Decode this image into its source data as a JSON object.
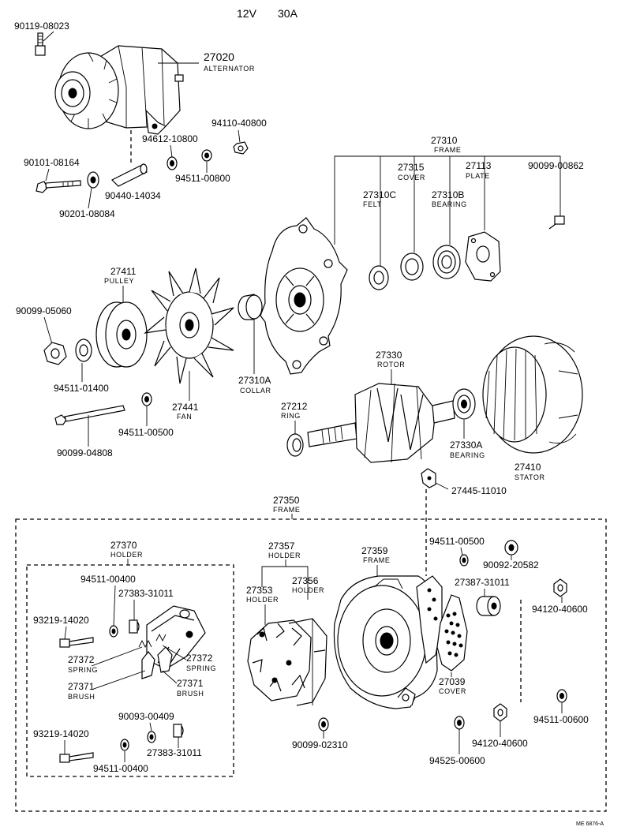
{
  "title": {
    "voltage": "12V",
    "amperage": "30A"
  },
  "footer_code": "ME 6876-A",
  "parts": {
    "p90119": {
      "number": "90119-08023"
    },
    "p27020": {
      "number": "27020",
      "name": "ALTERNATOR"
    },
    "p94110": {
      "number": "94110-40800"
    },
    "p94612": {
      "number": "94612-10800"
    },
    "p94511_800": {
      "number": "94511-00800"
    },
    "p90101": {
      "number": "90101-08164"
    },
    "p90440": {
      "number": "90440-14034"
    },
    "p90201": {
      "number": "90201-08084"
    },
    "p27310": {
      "number": "27310",
      "name": "FRAME"
    },
    "p27315": {
      "number": "27315",
      "name": "COVER"
    },
    "p27113": {
      "number": "27113",
      "name": "PLATE"
    },
    "p90099_862": {
      "number": "90099-00862"
    },
    "p27310C": {
      "number": "27310C",
      "name": "FELT"
    },
    "p27310B": {
      "number": "27310B",
      "name": "BEARING"
    },
    "p27411": {
      "number": "27411",
      "name": "PULLEY"
    },
    "p90099_5060": {
      "number": "90099-05060"
    },
    "p94511_1400": {
      "number": "94511-01400"
    },
    "p27441": {
      "number": "27441",
      "name": "FAN"
    },
    "p27310A": {
      "number": "27310A",
      "name": "COLLAR"
    },
    "p27330": {
      "number": "27330",
      "name": "ROTOR"
    },
    "p90099_4808": {
      "number": "90099-04808"
    },
    "p94511_500a": {
      "number": "94511-00500"
    },
    "p27212": {
      "number": "27212",
      "name": "RING"
    },
    "p27330A": {
      "number": "27330A",
      "name": "BEARING"
    },
    "p27410": {
      "number": "27410",
      "name": "STATOR"
    },
    "p27445": {
      "number": "27445-11010"
    },
    "p27350": {
      "number": "27350",
      "name": "FRAME"
    },
    "p27370": {
      "number": "27370",
      "name": "HOLDER"
    },
    "p94511_400a": {
      "number": "94511-00400"
    },
    "p27383a": {
      "number": "27383-31011"
    },
    "p93219a": {
      "number": "93219-14020"
    },
    "p27372a": {
      "number": "27372",
      "name": "SPRING"
    },
    "p27372b": {
      "number": "27372",
      "name": "SPRING"
    },
    "p27371a": {
      "number": "27371",
      "name": "BRUSH"
    },
    "p27371b": {
      "number": "27371",
      "name": "BRUSH"
    },
    "p90093": {
      "number": "90093-00409"
    },
    "p93219b": {
      "number": "93219-14020"
    },
    "p27383b": {
      "number": "27383-31011"
    },
    "p94511_400b": {
      "number": "94511-00400"
    },
    "p27357": {
      "number": "27357",
      "name": "HOLDER"
    },
    "p27353": {
      "number": "27353",
      "name": "HOLDER"
    },
    "p27356": {
      "number": "27356",
      "name": "HOLDER"
    },
    "p90099_2310": {
      "number": "90099-02310"
    },
    "p27359": {
      "number": "27359",
      "name": "FRAME"
    },
    "p94511_500b": {
      "number": "94511-00500"
    },
    "p90092": {
      "number": "90092-20582"
    },
    "p27387": {
      "number": "27387-31011"
    },
    "p94120a": {
      "number": "94120-40600"
    },
    "p27039": {
      "number": "27039",
      "name": "COVER"
    },
    "p94511_600": {
      "number": "94511-00600"
    },
    "p94120b": {
      "number": "94120-40600"
    },
    "p94525": {
      "number": "94525-00600"
    }
  }
}
